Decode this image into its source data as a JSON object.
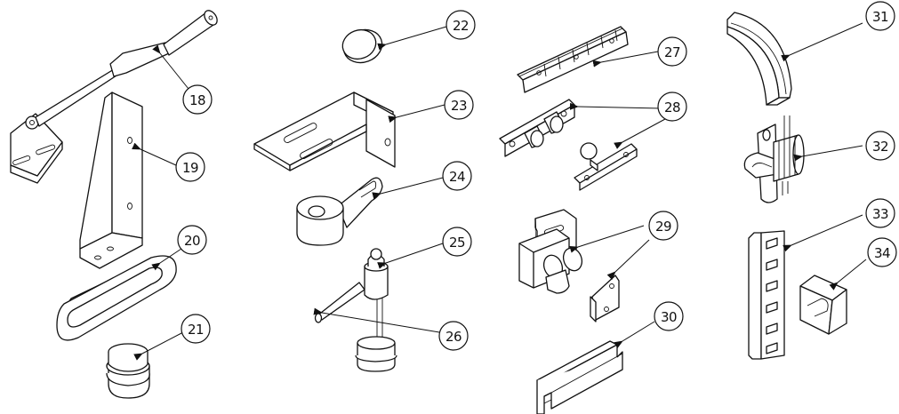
{
  "callouts": [
    {
      "id": "18",
      "label": "18"
    },
    {
      "id": "19",
      "label": "19"
    },
    {
      "id": "20",
      "label": "20"
    },
    {
      "id": "21",
      "label": "21"
    },
    {
      "id": "22",
      "label": "22"
    },
    {
      "id": "23",
      "label": "23"
    },
    {
      "id": "24",
      "label": "24"
    },
    {
      "id": "25",
      "label": "25"
    },
    {
      "id": "26",
      "label": "26"
    },
    {
      "id": "27",
      "label": "27"
    },
    {
      "id": "28",
      "label": "28"
    },
    {
      "id": "29",
      "label": "29"
    },
    {
      "id": "30",
      "label": "30"
    },
    {
      "id": "31",
      "label": "31"
    },
    {
      "id": "32",
      "label": "32"
    },
    {
      "id": "33",
      "label": "33"
    },
    {
      "id": "34",
      "label": "34"
    }
  ]
}
